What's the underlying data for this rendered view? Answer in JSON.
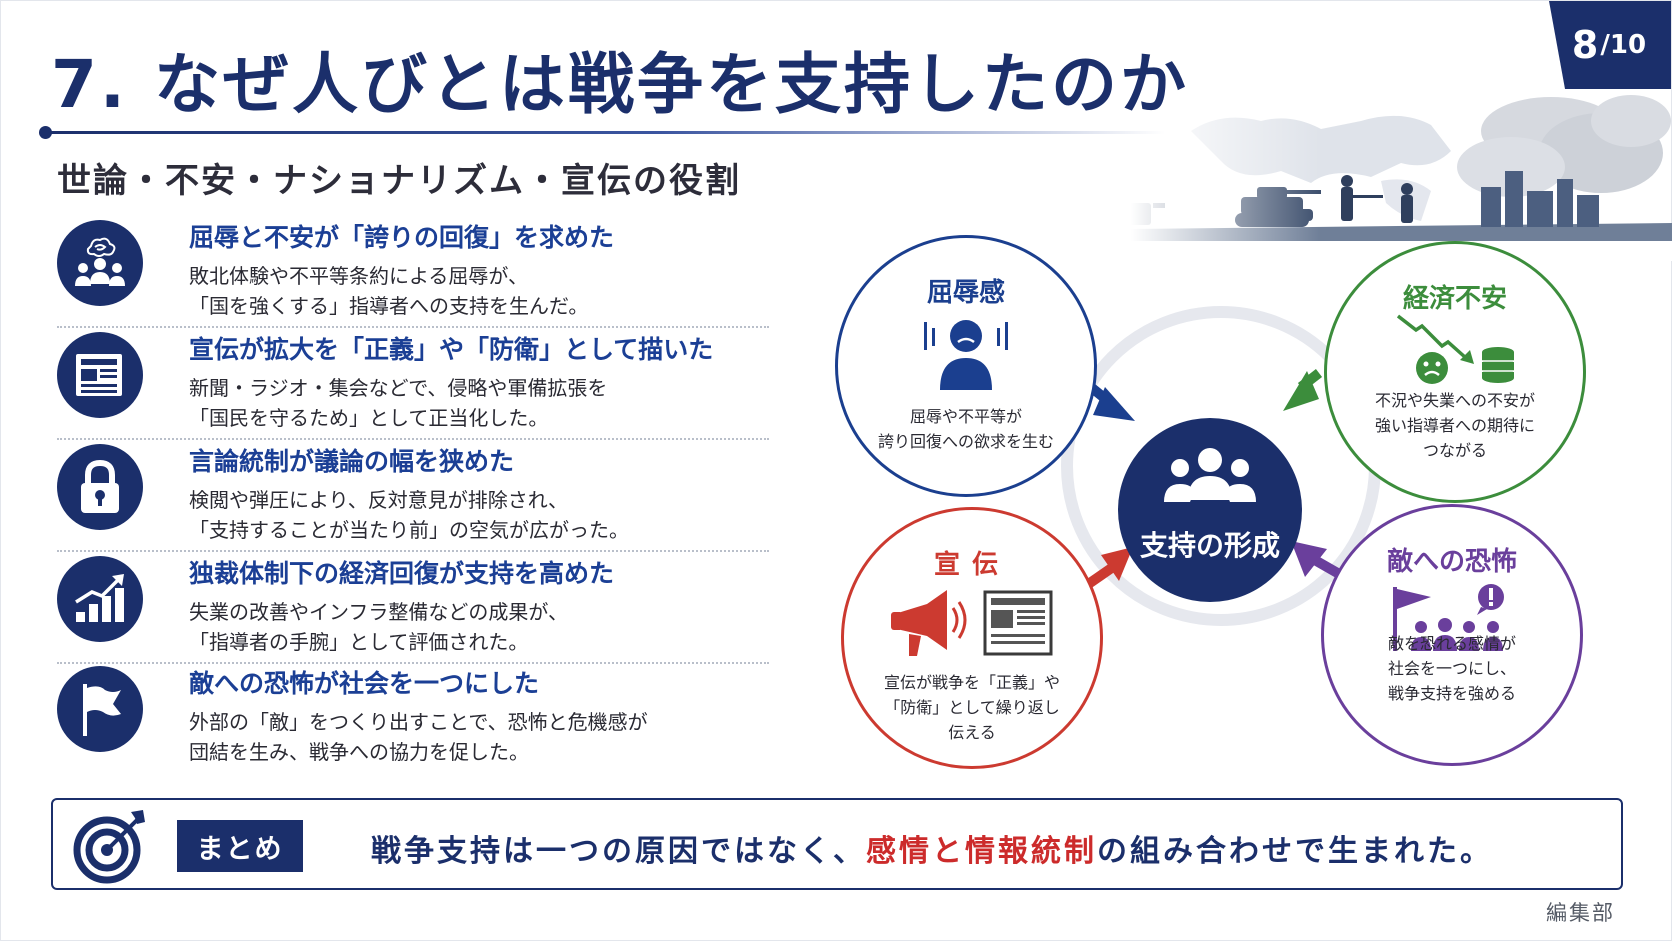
{
  "page": {
    "current": "8",
    "total": "/10"
  },
  "header": {
    "title": "7. なぜ人びとは戦争を支持したのか",
    "subtitle": "世論・不安・ナショナリズム・宣伝の役割"
  },
  "reasons": [
    {
      "icon": "worried-people-icon",
      "title": "屈辱と不安が「誇りの回復」を求めた",
      "line1": "敗北体験や不平等条約による屈辱が、",
      "line2": "「国を強くする」指導者への支持を生んだ。"
    },
    {
      "icon": "newspaper-icon",
      "title": "宣伝が拡大を「正義」や「防衛」として描いた",
      "line1": "新聞・ラジオ・集会などで、侵略や軍備拡張を",
      "line2": "「国民を守るため」として正当化した。"
    },
    {
      "icon": "lock-icon",
      "title": "言論統制が議論の幅を狭めた",
      "line1": "検閲や弾圧により、反対意見が排除され、",
      "line2": "「支持することが当たり前」の空気が広がった。"
    },
    {
      "icon": "rising-chart-icon",
      "title": "独裁体制下の経済回復が支持を高めた",
      "line1": "失業の改善やインフラ整備などの成果が、",
      "line2": "「指導者の手腕」として評価された。"
    },
    {
      "icon": "flag-icon",
      "title": "敵への恐怖が社会を一つにした",
      "line1": "外部の「敵」をつくり出すことで、恐怖と危機感が",
      "line2": "団結を生み、戦争への協力を促した。"
    }
  ],
  "diagram": {
    "center": "支持の形成",
    "nodes": {
      "humiliation": {
        "title": "屈辱感",
        "lines": [
          "屈辱や不平等が",
          "誇り回復への欲求を生む"
        ]
      },
      "economy": {
        "title": "経済不安",
        "lines": [
          "不況や失業への不安が",
          "強い指導者への期待に",
          "つながる"
        ]
      },
      "propaganda": {
        "title": "宣伝",
        "lines": [
          "宣伝が戦争を「正義」や",
          "「防衛」として繰り返し",
          "伝える"
        ]
      },
      "fear": {
        "title": "敵への恐怖",
        "lines": [
          "敵を恐れる感情が",
          "社会を一つにし、",
          "戦争支持を強める"
        ]
      }
    }
  },
  "summary": {
    "tag": "まとめ",
    "text_before": "戦争支持は一つの原因ではなく、",
    "highlight": "感情と情報統制",
    "text_after": "の組み合わせで生まれた。"
  },
  "credit": "編集部",
  "colors": {
    "navy": "#1b2f6b",
    "blue": "#1b3f8f",
    "green": "#3c8d3c",
    "red": "#cc3a30",
    "purple": "#6a3f9c",
    "highlight": "#cc2b2b"
  }
}
